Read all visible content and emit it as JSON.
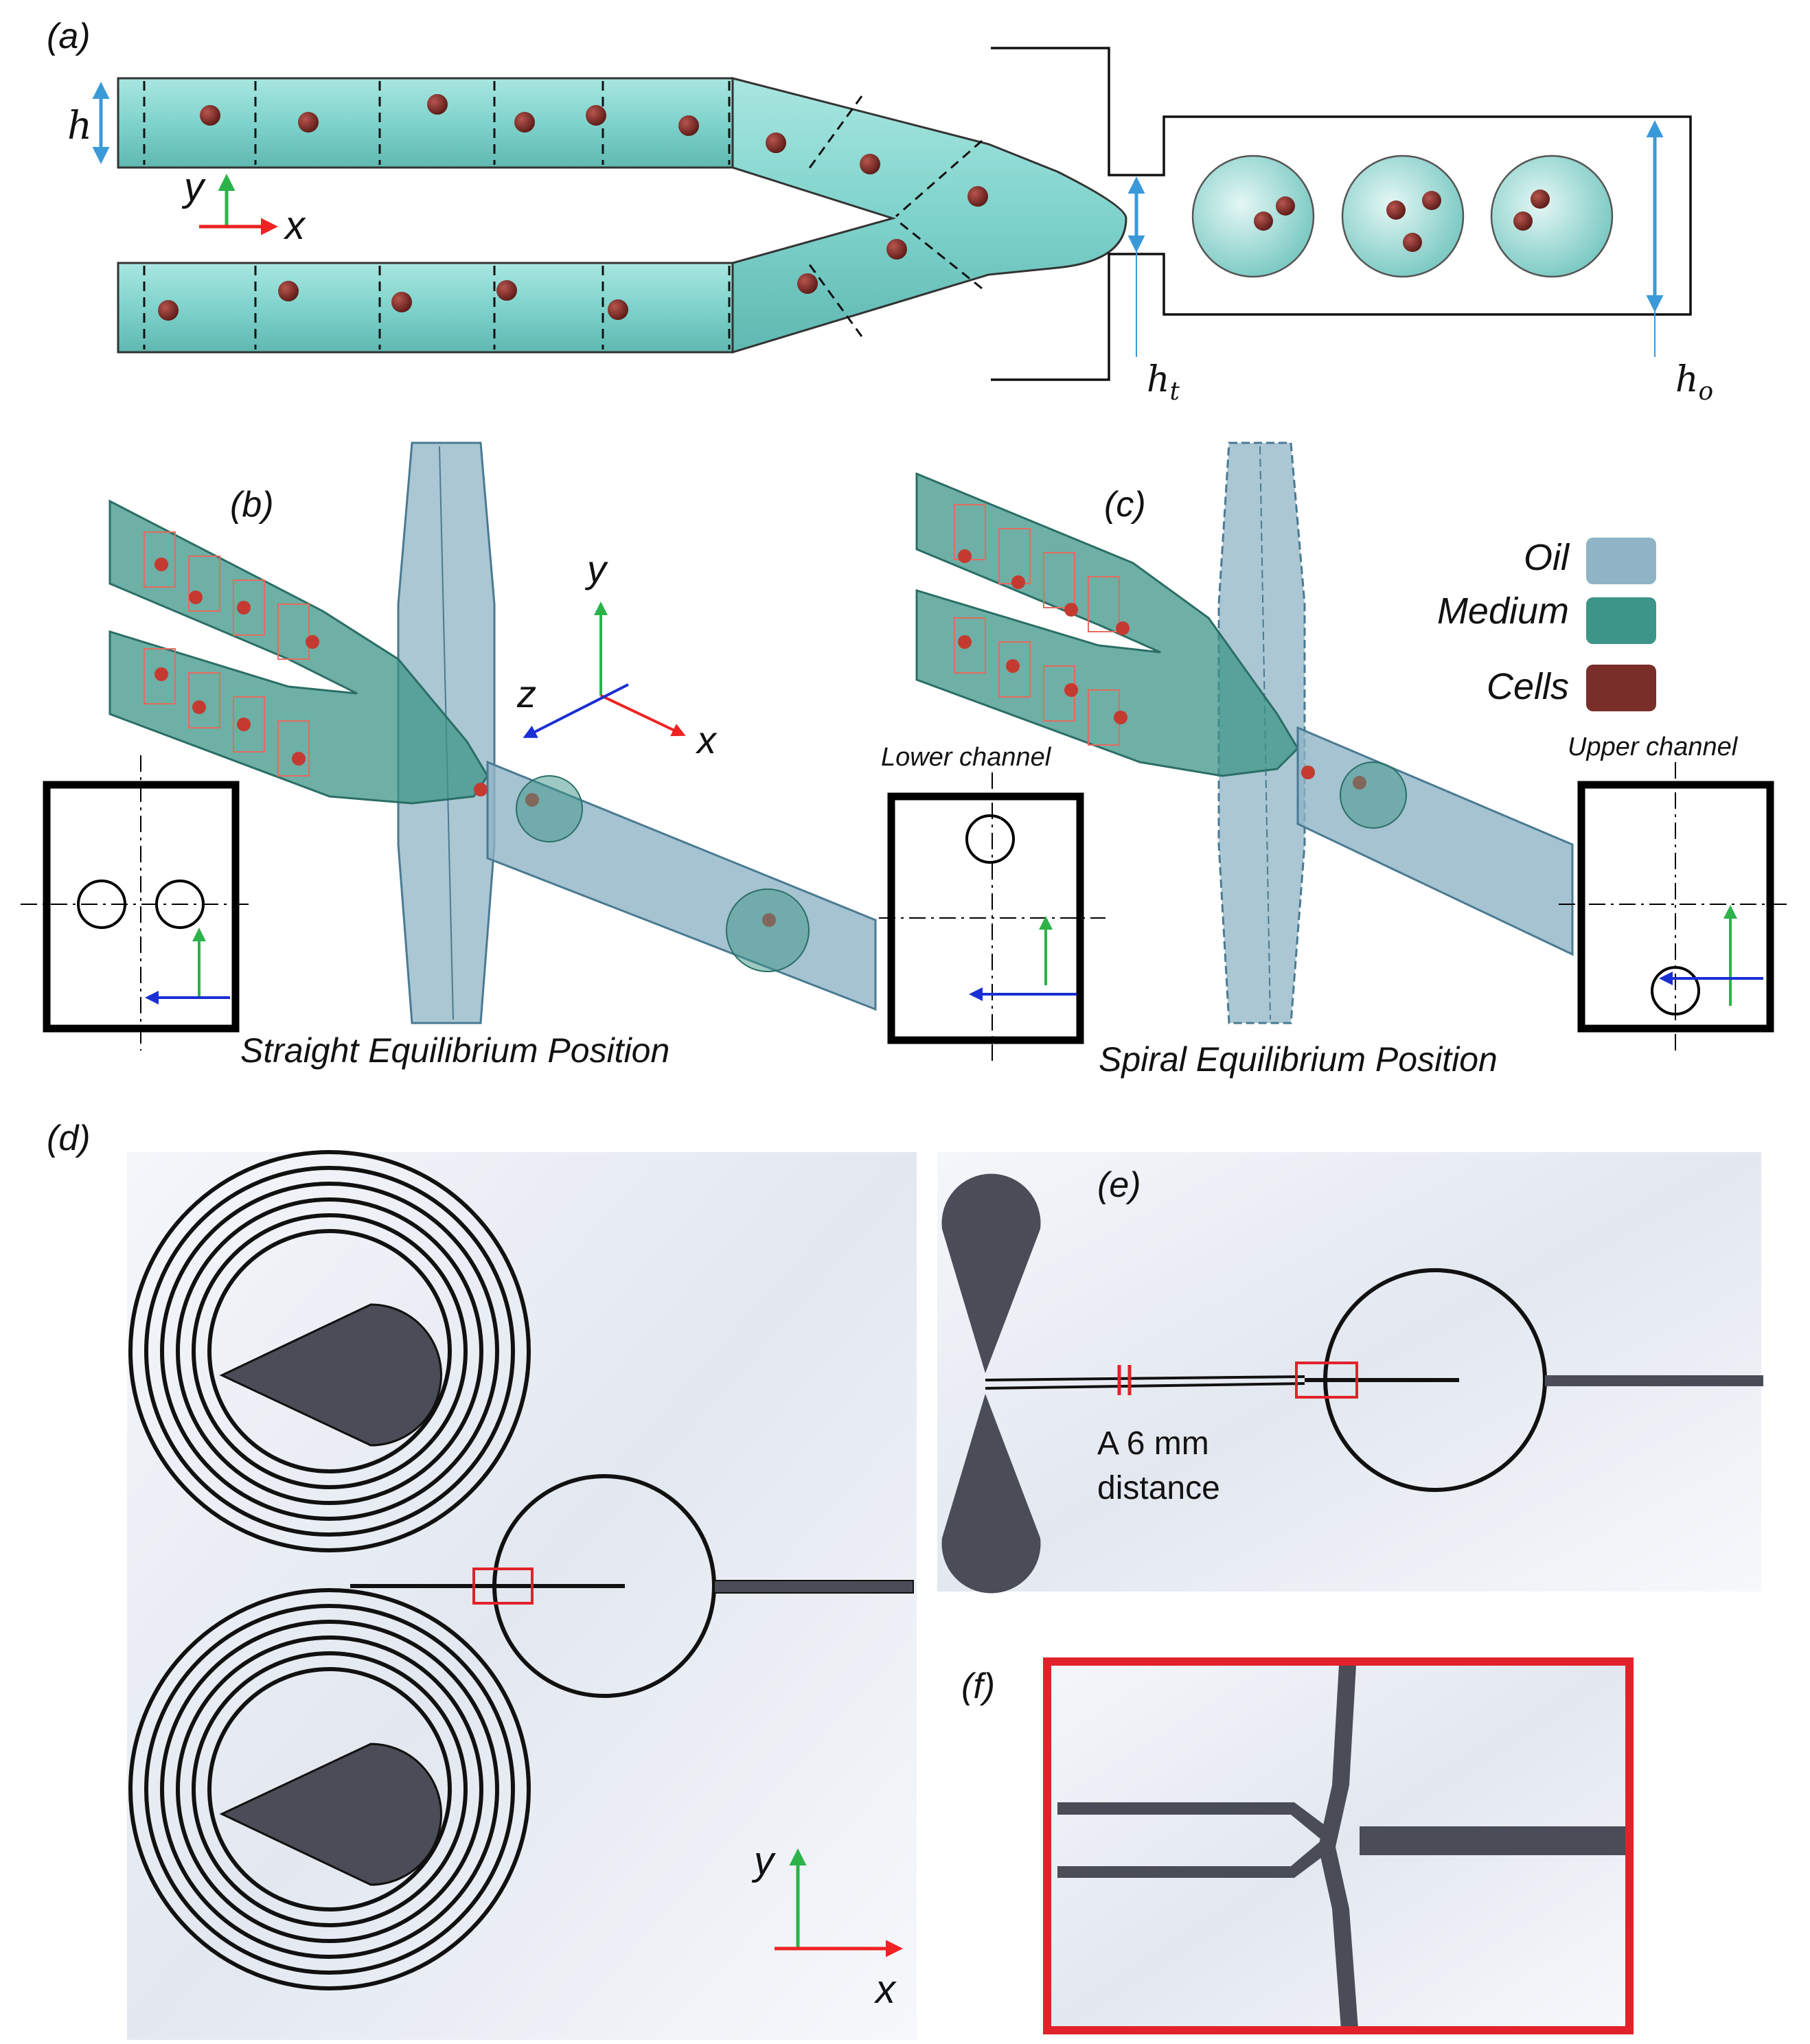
{
  "panels": {
    "a": "(a)",
    "b": "(b)",
    "c": "(c)",
    "d": "(d)",
    "e": "(e)",
    "f": "(f)"
  },
  "dims": {
    "h": "h",
    "ht": "h",
    "ht_sub": "t",
    "ho": "h",
    "ho_sub": "o"
  },
  "axes": {
    "x": "x",
    "y": "y",
    "z": "z"
  },
  "legend": [
    {
      "label": "Oil",
      "color": "#8fb4c6"
    },
    {
      "label": "Medium",
      "color": "#3d9488"
    },
    {
      "label": "Cells",
      "color": "#7a2e2a"
    }
  ],
  "captions": {
    "lower_channel": "Lower  channel",
    "upper_channel": "Upper channel",
    "straight": "Straight Equilibrium Position",
    "spiral": "Spiral Equilibrium Position",
    "distance_line1": "A 6 mm",
    "distance_line2": "distance"
  },
  "colors": {
    "channel": "#7fd3cc",
    "cell": "#7a2e2a",
    "device": "#4a4d57",
    "oil": "#8fb4c6",
    "medium": "#3d9488",
    "highlight": "#e2222a"
  }
}
